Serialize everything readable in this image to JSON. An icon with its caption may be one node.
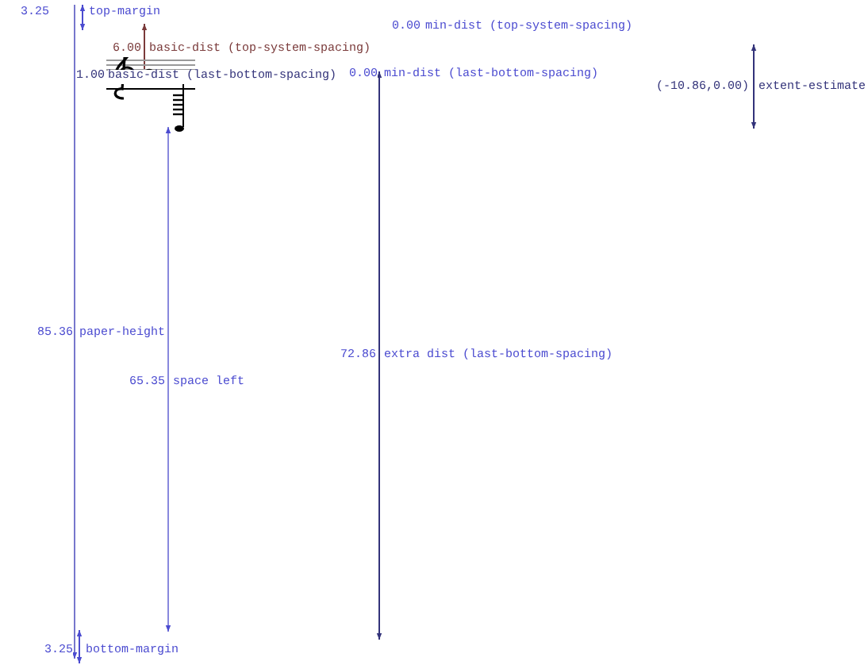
{
  "diagram": {
    "labels": [
      "3.25",
      "top-margin",
      "0.00",
      "min-dist (top-system-spacing)",
      "6.00",
      "basic-dist (top-system-spacing)",
      "1.00",
      "basic-dist (last-bottom-spacing)",
      "0.00",
      "min-dist (last-bottom-spacing)",
      "(-10.86,0.00)",
      "extent-estimate",
      "85.36",
      "paper-height",
      "72.86",
      "extra dist (last-bottom-spacing)",
      "65.35",
      "space left",
      "3.25",
      "bottom-margin"
    ]
  }
}
